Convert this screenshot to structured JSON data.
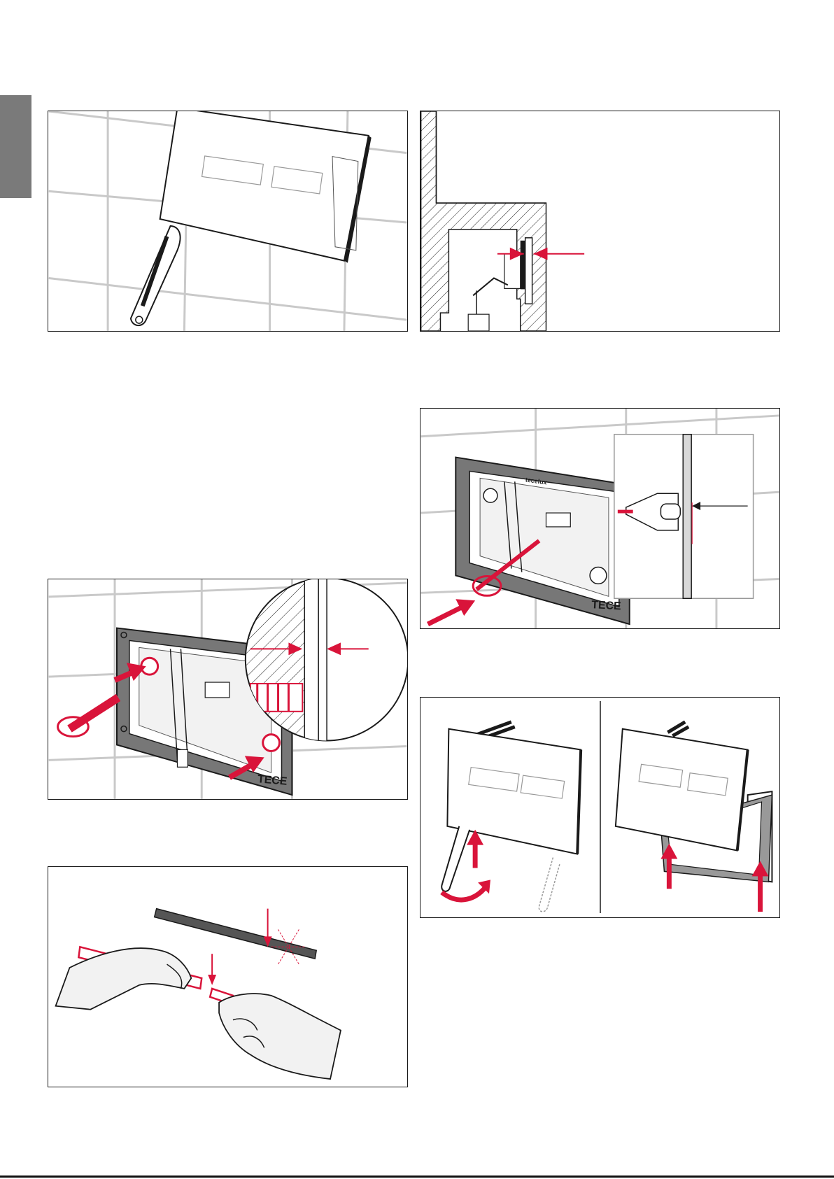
{
  "brand": {
    "logo_text": "TECE",
    "frame_label": "tecelux"
  },
  "colors": {
    "accent": "#d9143a",
    "line": "#1a1a1a",
    "tile": "#c9c9c9",
    "tab": "#7a7a7a"
  },
  "panels": [
    {
      "id": "panel-1",
      "depicts": "flush-plate-tilted-with-tool"
    },
    {
      "id": "panel-2",
      "depicts": "wall-section-with-gap-arrows"
    },
    {
      "id": "panel-3",
      "depicts": "frame-with-gap-adjust-tool-and-detail"
    },
    {
      "id": "panel-4",
      "depicts": "frame-screws-and-wall-section-detail"
    },
    {
      "id": "panel-5",
      "depicts": "plate-attach-two-steps"
    },
    {
      "id": "panel-6",
      "depicts": "breaking-threaded-rod-by-hand"
    }
  ]
}
